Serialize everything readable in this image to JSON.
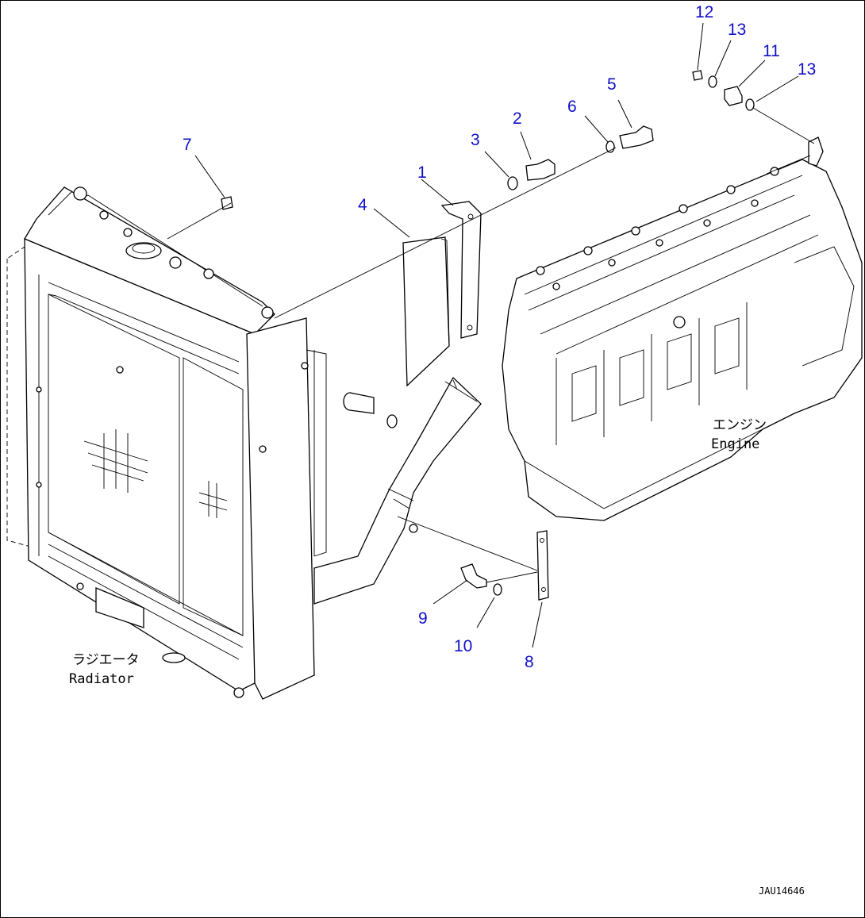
{
  "callouts": {
    "c1": "1",
    "c2": "2",
    "c3": "3",
    "c4": "4",
    "c5": "5",
    "c6": "6",
    "c7": "7",
    "c8": "8",
    "c9": "9",
    "c10": "10",
    "c11": "11",
    "c12": "12",
    "c13a": "13",
    "c13b": "13"
  },
  "labels": {
    "radiator_jp": "ラジエータ",
    "radiator_en": "Radiator",
    "engine_jp": "エンジン",
    "engine_en": "Engine"
  },
  "drawing_ref": "JAU14646",
  "colors": {
    "callout": "#1010c8",
    "line": "#000000",
    "background": "#ffffff"
  }
}
